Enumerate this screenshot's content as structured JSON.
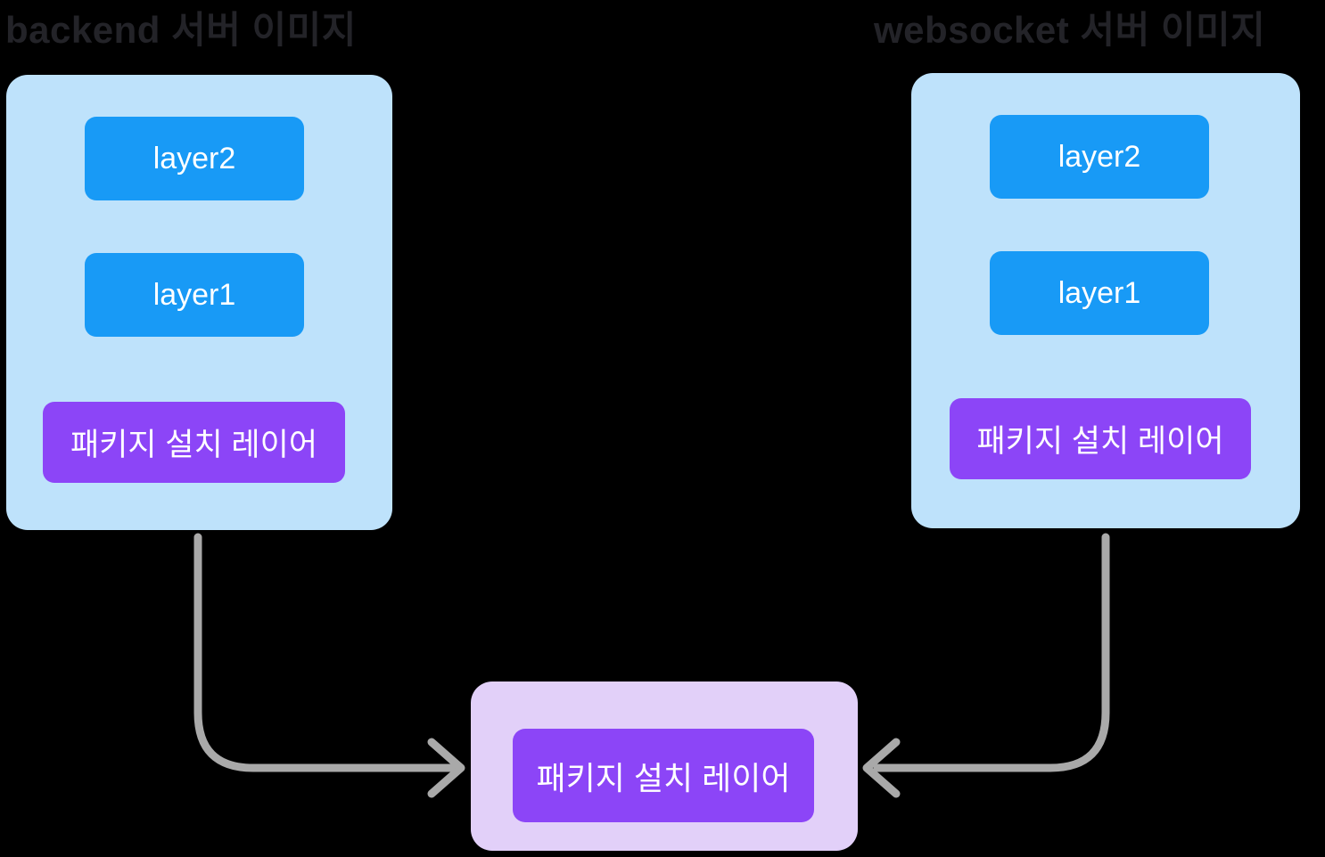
{
  "diagram": {
    "left_image": {
      "title": "backend 서버 이미지",
      "layers": [
        {
          "label": "layer2"
        },
        {
          "label": "layer1"
        }
      ],
      "package_layer_label": "패키지 설치 레이어"
    },
    "right_image": {
      "title": "websocket 서버 이미지",
      "layers": [
        {
          "label": "layer2"
        },
        {
          "label": "layer1"
        }
      ],
      "package_layer_label": "패키지 설치 레이어"
    },
    "shared_layer": {
      "label": "패키지 설치 레이어"
    },
    "colors": {
      "background": "#000000",
      "image_box": "#bee2fb",
      "layer_chip": "#189af6",
      "package_chip": "#8c45f7",
      "shared_box": "#e2d0f9",
      "arrow": "#a9a9a9",
      "title_text": "#232328",
      "chip_text": "#ffffff"
    }
  }
}
